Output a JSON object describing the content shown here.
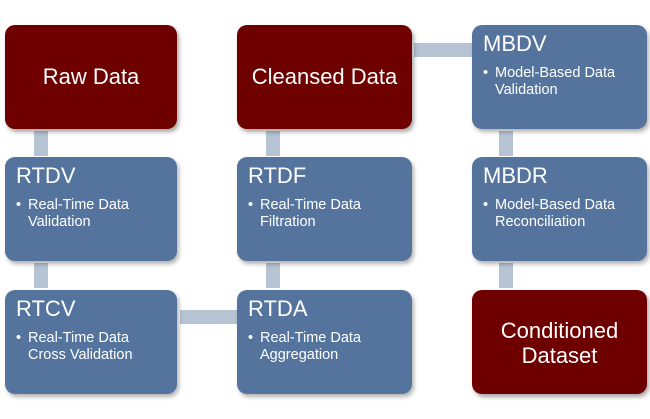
{
  "boxes": {
    "raw_data": {
      "label": "Raw Data"
    },
    "cleansed_data": {
      "label": "Cleansed Data"
    },
    "conditioned_dataset": {
      "label": "Conditioned\nDataset"
    },
    "rtdv": {
      "title": "RTDV",
      "bullet": "Real-Time Data\nValidation"
    },
    "rtcv": {
      "title": "RTCV",
      "bullet": "Real-Time Data\nCross Validation"
    },
    "rtda": {
      "title": "RTDA",
      "bullet": "Real-Time Data\nAggregation"
    },
    "rtdf": {
      "title": "RTDF",
      "bullet": "Real-Time Data\nFiltration"
    },
    "mbdv": {
      "title": "MBDV",
      "bullet": "Model-Based Data\nValidation"
    },
    "mbdr": {
      "title": "MBDR",
      "bullet": "Model-Based Data\nReconciliation"
    }
  },
  "bullet_symbol": "•",
  "colors": {
    "terminal": "#6e0000",
    "step": "#54749d",
    "connector": "#b7c4d3",
    "text": "#ffffff"
  }
}
